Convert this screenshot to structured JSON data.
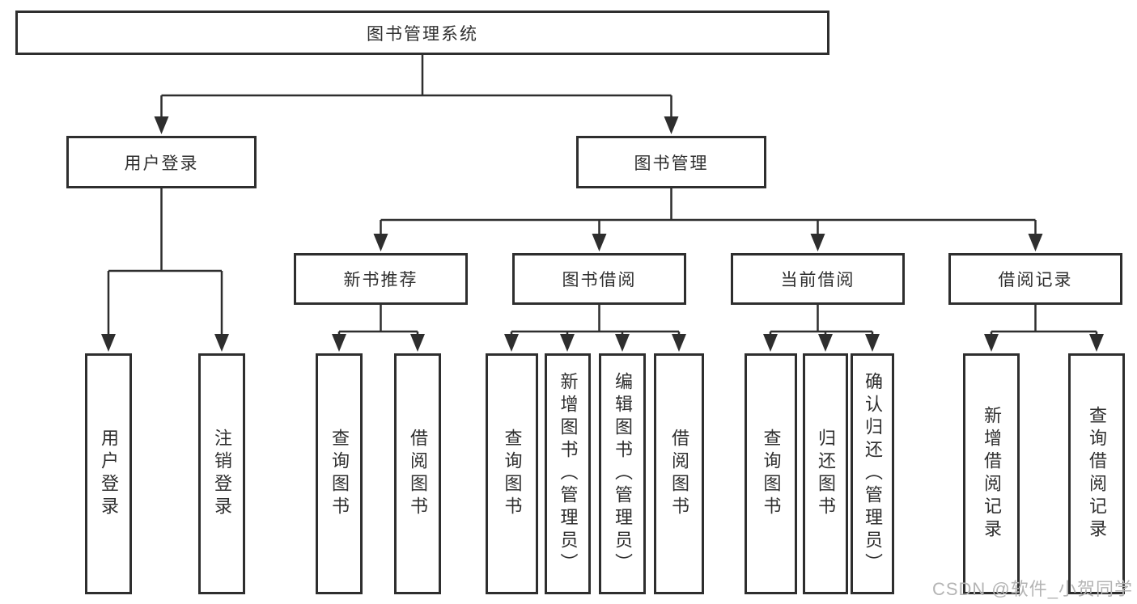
{
  "diagram_type": "hierarchy-tree",
  "tree": {
    "label": "图书管理系统",
    "children": [
      {
        "label": "用户登录",
        "children": [
          {
            "label": "用户登录"
          },
          {
            "label": "注销登录"
          }
        ]
      },
      {
        "label": "图书管理",
        "children": [
          {
            "label": "新书推荐",
            "children": [
              {
                "label": "查询图书"
              },
              {
                "label": "借阅图书"
              }
            ]
          },
          {
            "label": "图书借阅",
            "children": [
              {
                "label": "查询图书"
              },
              {
                "label": "新增图书（管理员）"
              },
              {
                "label": "编辑图书（管理员）"
              },
              {
                "label": "借阅图书"
              }
            ]
          },
          {
            "label": "当前借阅",
            "children": [
              {
                "label": "查询图书"
              },
              {
                "label": "归还图书"
              },
              {
                "label": "确认归还（管理员）"
              }
            ]
          },
          {
            "label": "借阅记录",
            "children": [
              {
                "label": "新增借阅记录"
              },
              {
                "label": "查询借阅记录"
              }
            ]
          }
        ]
      }
    ]
  },
  "watermark": {
    "text": "CSDN @软件_小贺同学"
  },
  "colors": {
    "line": "#2e2e2e",
    "box_border": "#2e2e2e",
    "text": "#2f2f2f",
    "watermark": "#b4b4b4",
    "background": "#ffffff"
  }
}
